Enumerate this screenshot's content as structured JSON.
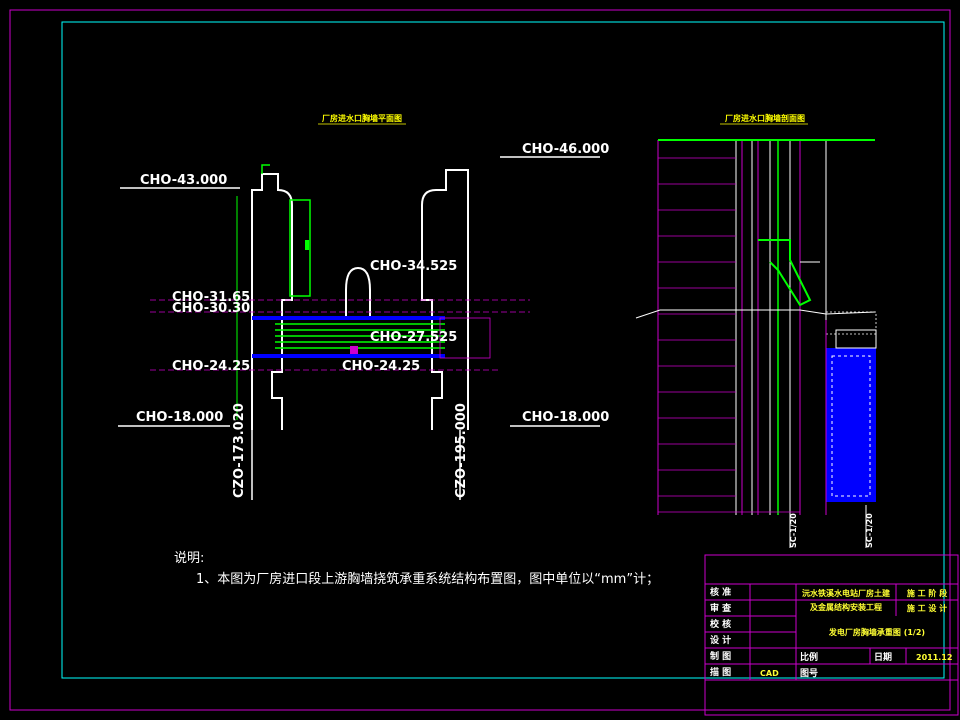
{
  "plan": {
    "title": "厂房进水口胸墙平面图",
    "labels": {
      "cho_43": "CHO-43.000",
      "cho_46": "CHO-46.000",
      "cho_31": "CHO-31.65",
      "cho_30": "CHO-30.30",
      "cho_34": "CHO-34.525",
      "cho_27": "CHO-27.525",
      "cho_24_left": "CHO-24.25",
      "cho_24_mid": "CHO-24.25",
      "cho_18_left": "CHO-18.000",
      "cho_18_right": "CHO-18.000",
      "czo_left": "CZO-173.020",
      "czo_right": "CZO-195.000"
    }
  },
  "section": {
    "title": "厂房进水口胸墙剖面图",
    "sc_left": "SC-1/20",
    "sc_right": "SC-1/20"
  },
  "notes": {
    "heading": "说明:",
    "line1": "1、本图为厂房进口段上游胸墙挠筑承重系统结构布置图，图中单位以“mm”计；"
  },
  "title_block": {
    "rows_left": [
      "核 准",
      "审 查",
      "校 核",
      "设 计",
      "制 图",
      "描 图"
    ],
    "project_line1": "沅水铁溪水电站厂房土建",
    "project_line2": "及金属结构安装工程",
    "stage": "施 工 阶 段",
    "discipline": "施 工 设 计",
    "drawing_name": "发电厂房胸墙承重图 (1/2)",
    "scale_label": "比例",
    "date_label": "日期",
    "date_value": "2011.12",
    "drawing_no_label": "图号",
    "cad": "CAD"
  },
  "colors": {
    "background": "#000000",
    "frame": "#cc00cc",
    "inner_frame": "#00ffff",
    "walls": "#ffffff",
    "beams": "#00ff00",
    "blue": "#0000ff",
    "text_yellow": "#ffff33"
  }
}
